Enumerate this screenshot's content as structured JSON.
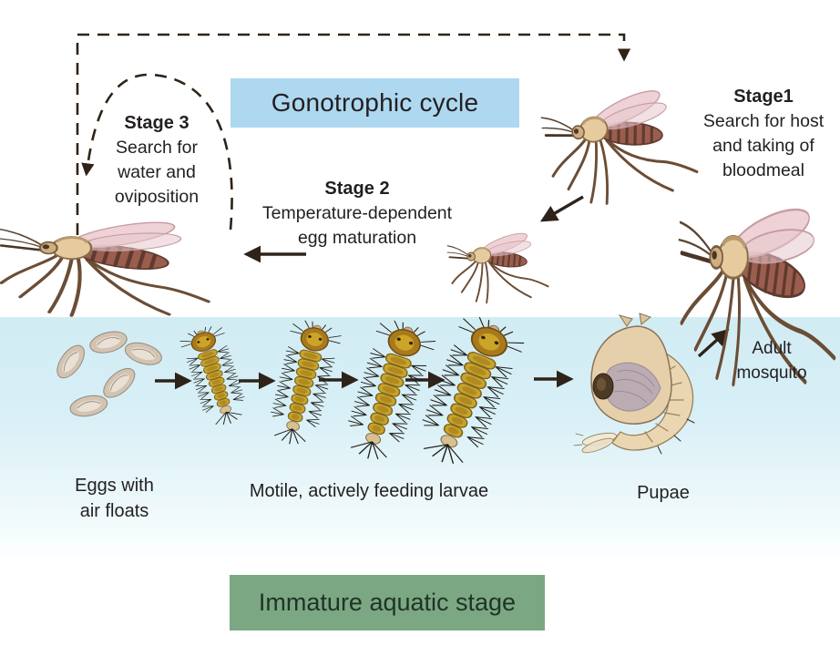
{
  "boxes": {
    "gonotrophic": {
      "label": "Gonotrophic cycle",
      "bg": "#aed8f0"
    },
    "immature": {
      "label": "Immature aquatic stage",
      "bg": "#7ba883"
    }
  },
  "stages": {
    "stage1": {
      "title": "Stage1",
      "lines": [
        "Search for host",
        "and taking of",
        "bloodmeal"
      ]
    },
    "stage2": {
      "title": "Stage 2",
      "lines": [
        "Temperature-dependent",
        "egg maturation"
      ]
    },
    "stage3": {
      "title": "Stage 3",
      "lines": [
        "Search for",
        "water and",
        "oviposition"
      ]
    }
  },
  "aquatic": {
    "eggs_label": {
      "lines": [
        "Eggs with",
        "air floats"
      ]
    },
    "larvae_label": "Motile, actively feeding larvae",
    "pupae_label": "Pupae",
    "adult_label": {
      "lines": [
        "Adult",
        "mosquito"
      ]
    }
  },
  "illustrations": [
    "adult-mosquito-resting-left-icon",
    "adult-mosquito-flying-top-icon",
    "adult-mosquito-emerging-right-icon",
    "adult-mosquito-flying-small-icon",
    "mosquito-eggs-raft-icon",
    "mosquito-larva-icon",
    "mosquito-pupa-icon"
  ],
  "colors": {
    "gonotrophic_box_bg": "#aed8f0",
    "immature_box_bg": "#7ba883",
    "water_top": "#d2ecf4",
    "arrow": "#2e2318",
    "text": "#231f20"
  }
}
